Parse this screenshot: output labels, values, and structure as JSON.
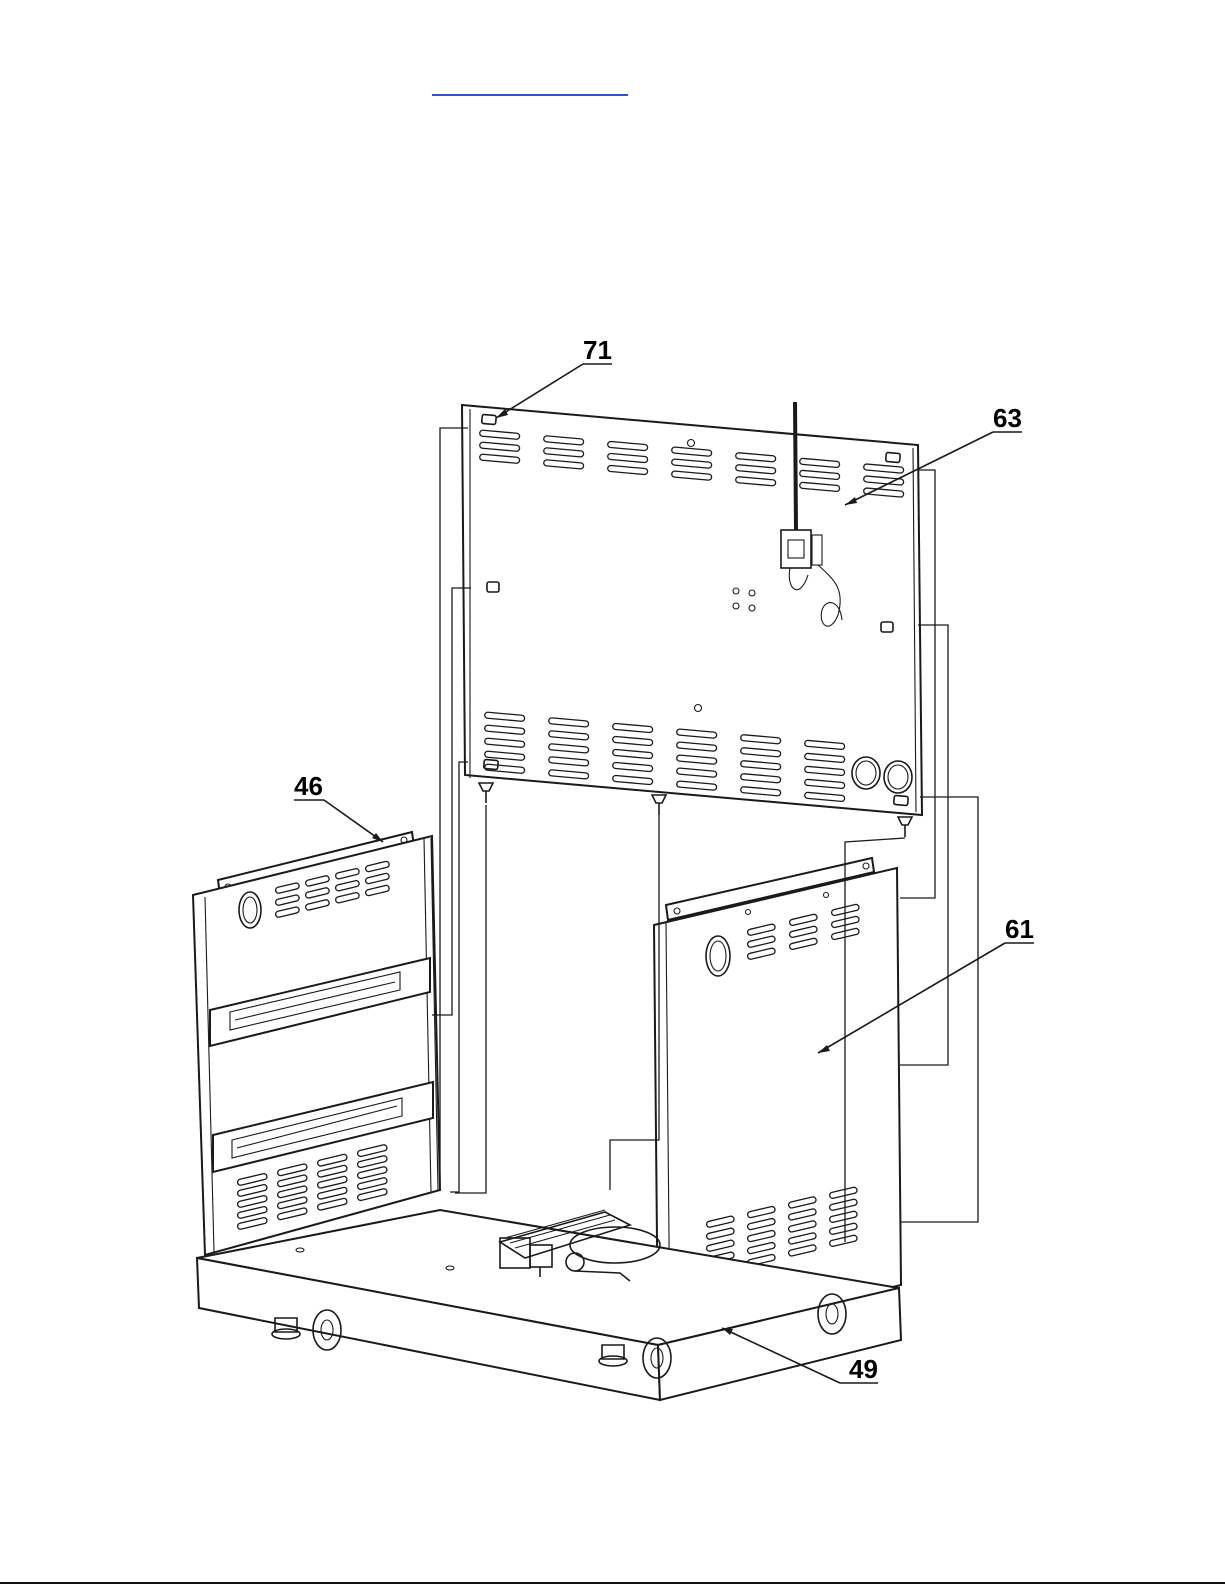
{
  "header": {
    "link_text": "",
    "link_color": "#2b57c8"
  },
  "parts": {
    "p71": "71",
    "p63": "63",
    "p46": "46",
    "p61": "61",
    "p49": "49"
  },
  "colors": {
    "line": "#1a1a1a",
    "background": "#ffffff"
  }
}
